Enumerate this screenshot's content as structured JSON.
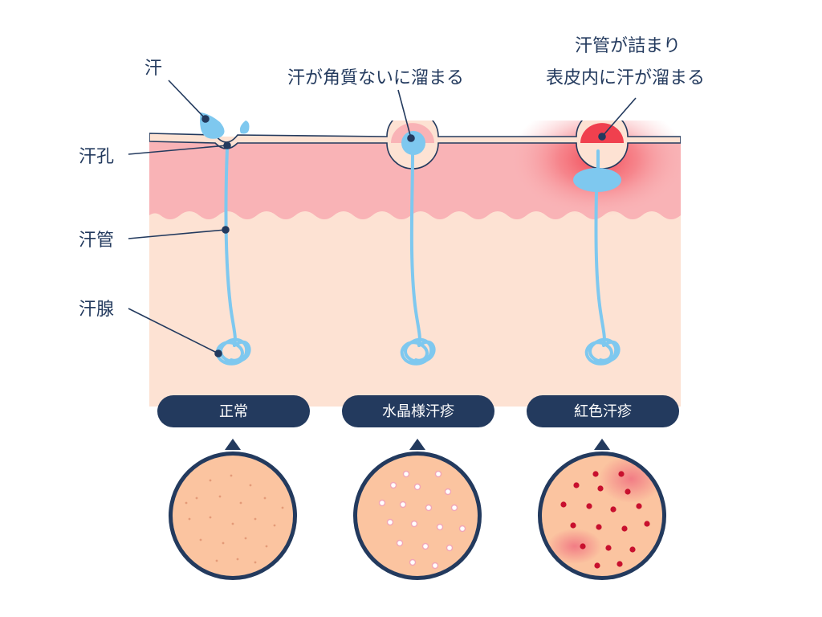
{
  "labels": {
    "sweat": "汗",
    "pore": "汗孔",
    "duct": "汗管",
    "gland": "汗腺",
    "trapped_stratum_corneum": "汗が角質ないに溜まる",
    "duct_blocked_line1": "汗管が詰まり",
    "duct_blocked_line2": "表皮内に汗が溜まる"
  },
  "types": [
    {
      "label": "正常"
    },
    {
      "label": "水晶様汗疹"
    },
    {
      "label": "紅色汗疹"
    }
  ],
  "colors": {
    "navy": "#233a5e",
    "sweat_blue": "#7ec8ef",
    "epidermis_pink": "#f9b3b6",
    "dermis_beige": "#fde2d3",
    "inflammation_red": "#f0404e",
    "skin_disc": "#fbc4a0",
    "papule_red": "#c8102e"
  }
}
